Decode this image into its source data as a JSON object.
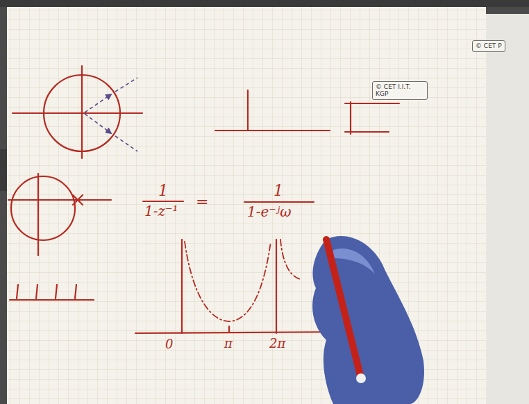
{
  "diagram": {
    "nodes": [
      {
        "text": [
          "© CET P"
        ]
      },
      {
        "text": [
          "© CET I.I.T. KGP"
        ]
      }
    ],
    "labels": [
      "1",
      "1-z⁻¹",
      "=",
      "1",
      "1-e⁻ʲω",
      "0",
      "π",
      "2π"
    ]
  }
}
